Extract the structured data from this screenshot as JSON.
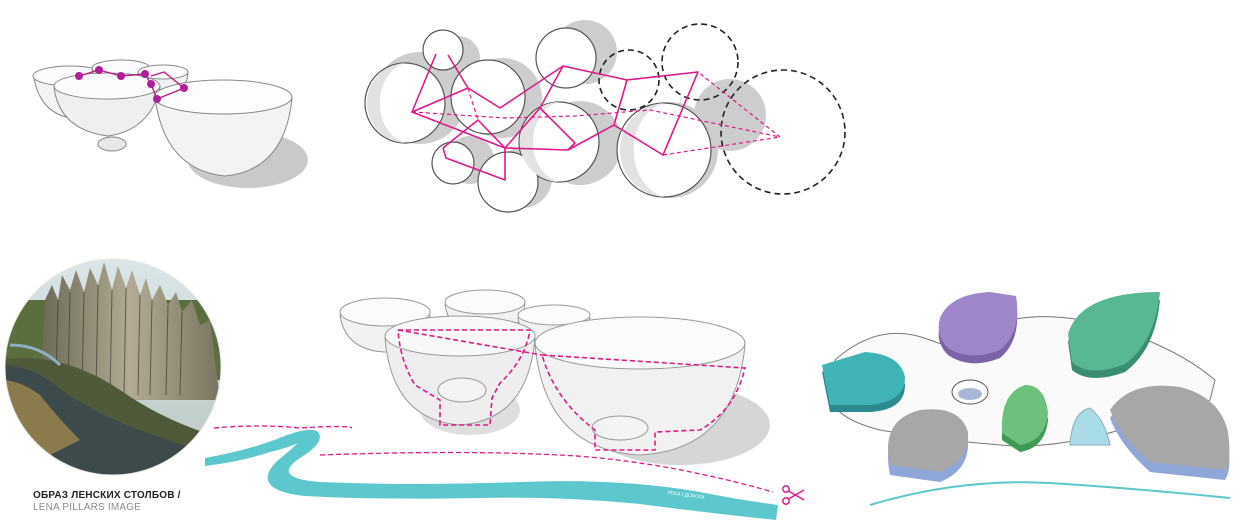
{
  "caption": {
    "line_ru": "ОБРАЗ ЛЕНСКИХ СТОЛБОВ /",
    "line_en": "LENA PILLARS IMAGE"
  },
  "river_label": "РЕКА / ДОРОГА",
  "colors": {
    "accent_magenta": "#e0188c",
    "accent_dot": "#b01e9a",
    "river_teal": "#5cc7cc",
    "shadow_gray": "#c8c8c8",
    "zone_purple": "#9e86c8",
    "zone_green": "#58b894",
    "zone_teal": "#3fb3b6",
    "zone_light_green": "#6cc27c",
    "zone_light_blue": "#a8dce6",
    "zone_gray": "#a7a7a7",
    "zone_blue": "#8ea6d8"
  },
  "icons": [
    "scissors-icon",
    "lena-pillars-photo"
  ]
}
